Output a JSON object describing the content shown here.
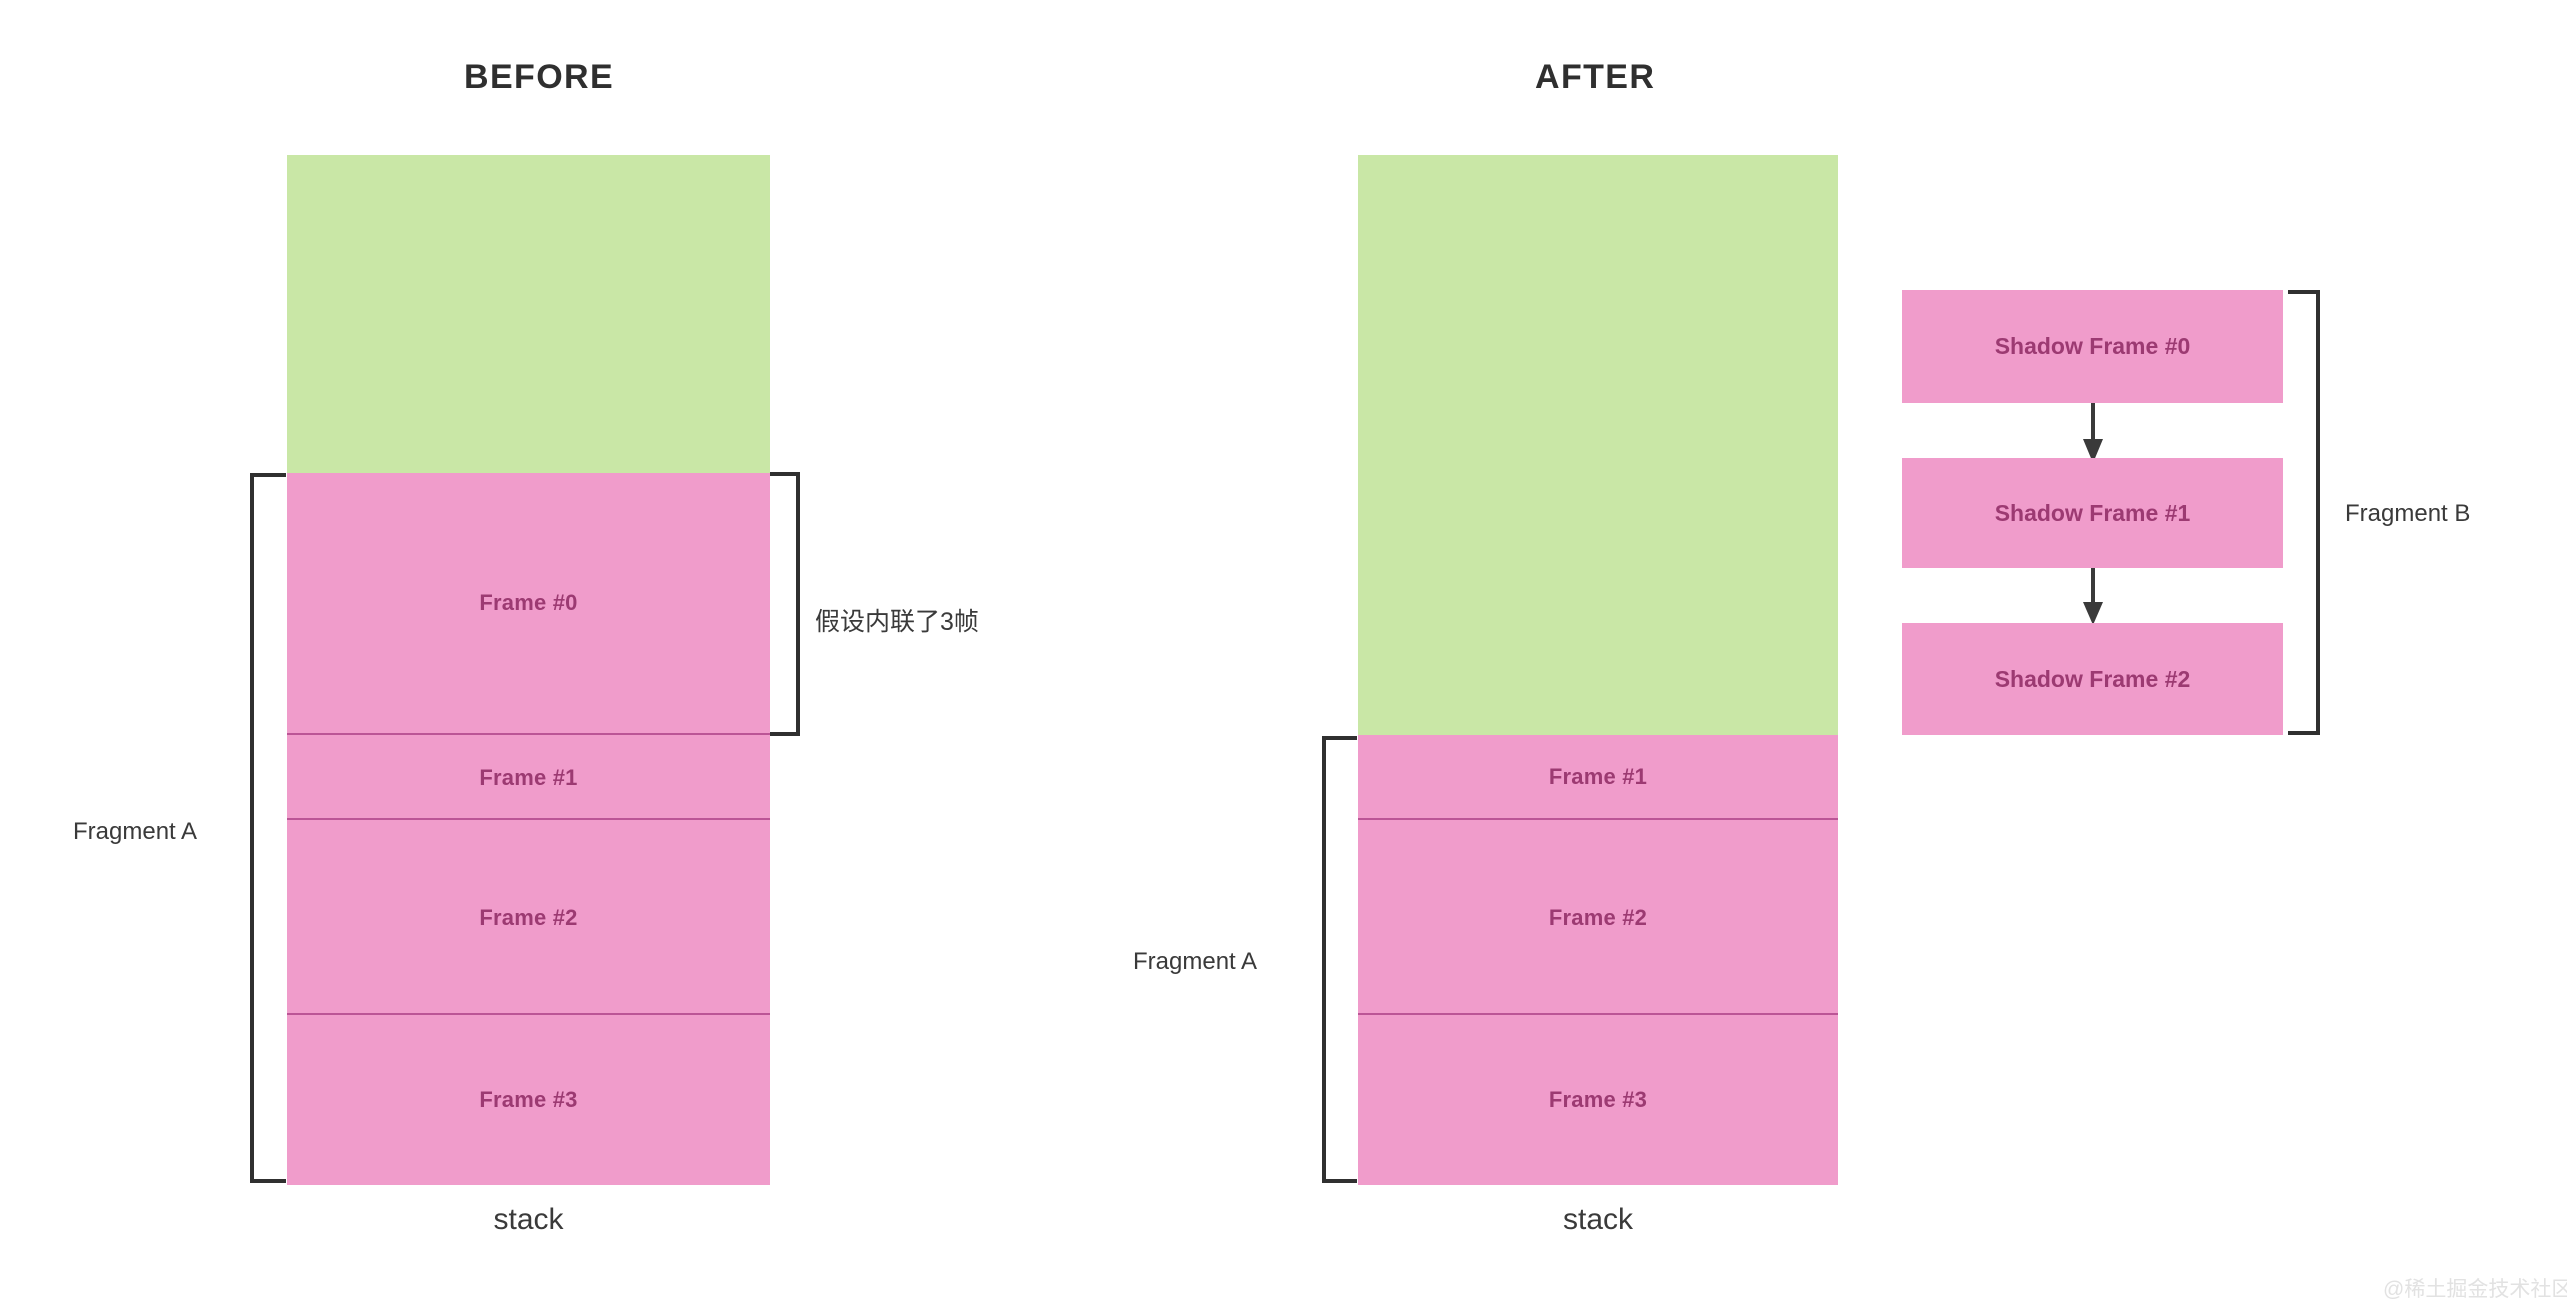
{
  "page": {
    "background": "#ffffff",
    "watermark": "@稀土掘金技术社区"
  },
  "colors": {
    "free_stack_green": "#c9e7a6",
    "frame_pink": "#f09ccb",
    "frame_divider": "#bb5596",
    "frame_text": "#9c3a72",
    "bracket_line": "#303030",
    "heading_text": "#2f2f2f",
    "annotation_text": "#3a3a3a",
    "watermark_text": "#e2e2e2"
  },
  "before": {
    "title": "BEFORE",
    "stack_caption": "stack",
    "free_region_label": "",
    "frames": [
      {
        "label": "Frame #0"
      },
      {
        "label": "Frame #1"
      },
      {
        "label": "Frame #2"
      },
      {
        "label": "Frame #3"
      }
    ],
    "fragment_bracket_label": "Fragment A",
    "inline_bracket_label": "假设内联了3帧"
  },
  "after": {
    "title": "AFTER",
    "stack_caption": "stack",
    "frames": [
      {
        "label": "Frame #1"
      },
      {
        "label": "Frame #2"
      },
      {
        "label": "Frame #3"
      }
    ],
    "fragment_bracket_label": "Fragment A",
    "shadow_frames": [
      {
        "label": "Shadow Frame #0"
      },
      {
        "label": "Shadow Frame #1"
      },
      {
        "label": "Shadow Frame #2"
      }
    ],
    "shadow_bracket_label": "Fragment B"
  }
}
